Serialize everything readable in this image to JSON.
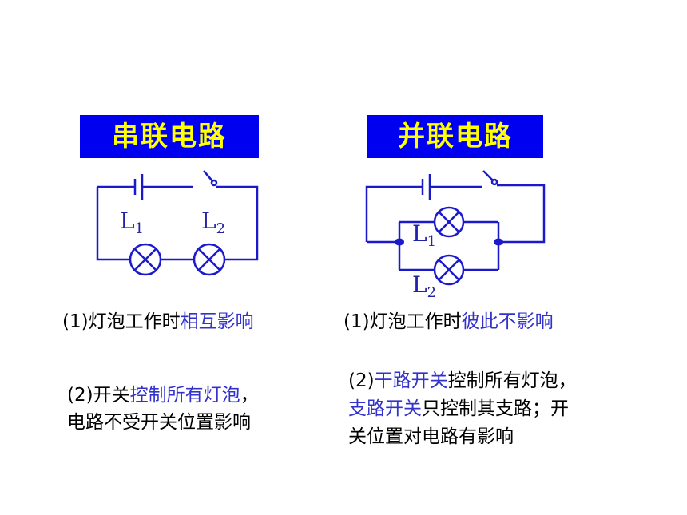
{
  "series": {
    "title": "串联电路",
    "lamp1": {
      "letter": "L",
      "sub": "1"
    },
    "lamp2": {
      "letter": "L",
      "sub": "2"
    },
    "note1": {
      "prefix": "(1)",
      "plain": "灯泡工作时",
      "highlight": "相互影响"
    },
    "note2": {
      "prefix": "(2)",
      "plain1": "开关",
      "highlight": "控制所有灯泡",
      "punct": "，",
      "line2": "电路不受开关位置影响"
    }
  },
  "parallel": {
    "title": "并联电路",
    "lamp1": {
      "letter": "L",
      "sub": "1"
    },
    "lamp2": {
      "letter": "L",
      "sub": "2"
    },
    "note1": {
      "prefix": "(1)",
      "plain": "灯泡工作时",
      "highlight": "彼此不影响"
    },
    "note2": {
      "prefix": "(2)",
      "highlight1": "干路开关",
      "plain1": "控制所有灯泡，",
      "highlight2": "支路开关",
      "plain2": "只控制其支路；开",
      "line3": "关位置对电路有影响"
    }
  },
  "colors": {
    "banner_bg": "#0000f0",
    "banner_text": "#ffff00",
    "wire": "#1a1acc",
    "highlight_text": "#3333cc"
  }
}
